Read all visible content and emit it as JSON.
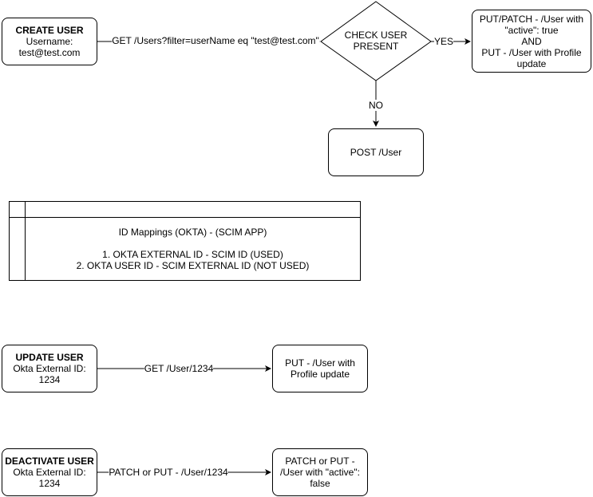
{
  "create": {
    "title": "CREATE USER",
    "line1": "Username:",
    "line2": "test@test.com",
    "query_label": "GET /Users?filter=userName eq \"test@test.com\"",
    "decision_line1": "CHECK USER",
    "decision_line2": "PRESENT",
    "yes_label": "YES",
    "no_label": "NO",
    "yes_line1": "PUT/PATCH - /User with",
    "yes_line2": "\"active\": true",
    "yes_line3": "AND",
    "yes_line4": "PUT - /User with Profile",
    "yes_line5": "update",
    "no_action": "POST /User"
  },
  "mappings": {
    "title": "ID Mappings (OKTA) - (SCIM APP)",
    "item1": "1. OKTA EXTERNAL ID - SCIM ID (USED)",
    "item2": "2. OKTA USER ID - SCIM EXTERNAL ID (NOT USED)"
  },
  "update": {
    "title": "UPDATE USER",
    "line1": "Okta External ID:",
    "line2": "1234",
    "request_label": "GET /User/1234",
    "result_line1": "PUT - /User with",
    "result_line2": "Profile update"
  },
  "deactivate": {
    "title": "DEACTIVATE USER",
    "line1": "Okta External ID:",
    "line2": "1234",
    "request_label": "PATCH or PUT - /User/1234",
    "result_line1": "PATCH or PUT -",
    "result_line2": "/User with \"active\":",
    "result_line3": "false"
  }
}
